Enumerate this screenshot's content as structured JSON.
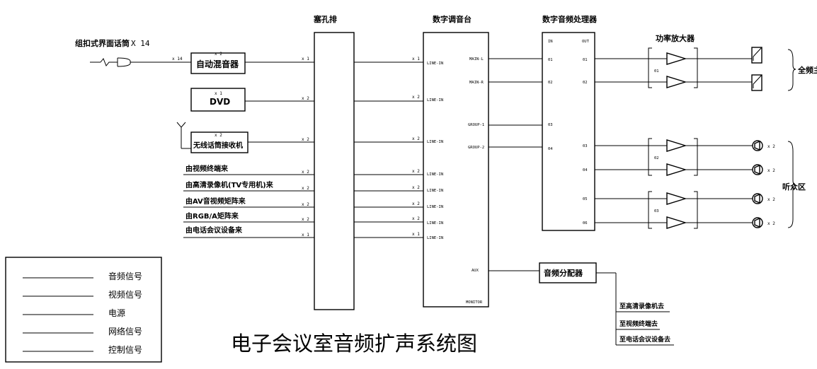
{
  "title": "电子会议室音频扩声系统图",
  "headers": {
    "patch": "塞孔排",
    "mixer": "数字调音台",
    "processor": "数字音频处理器",
    "amp": "功率放大器"
  },
  "mic": {
    "label": "组扣式界面话筒",
    "count": "X 14"
  },
  "sources": {
    "automix": {
      "label": "自动混音器",
      "count": "x 2",
      "in": "x 14",
      "out": "x 1"
    },
    "dvd": {
      "label": "DVD",
      "count": "x 1",
      "out": "x 2"
    },
    "wireless": {
      "label": "无线话筒接收机",
      "count": "x 2",
      "out": "x 2"
    },
    "external": [
      {
        "label": "由视频终端来",
        "count": "x 2"
      },
      {
        "label": "由高清录像机(TV专用机)来",
        "count": "x 2"
      },
      {
        "label": "由AV音视频矩阵来",
        "count": "x 2"
      },
      {
        "label": "由RGB/A矩阵来",
        "count": "x 2"
      },
      {
        "label": "由电话会议设备来",
        "count": "x 1"
      }
    ]
  },
  "mixer_inputs": [
    {
      "count": "x 1",
      "port": "LINE-IN"
    },
    {
      "count": "x 2",
      "port": "LINE-IN"
    },
    {
      "count": "x 2",
      "port": "LINE-IN"
    },
    {
      "count": "x 2",
      "port": "LINE-IN"
    },
    {
      "count": "x 2",
      "port": "LINE-IN"
    },
    {
      "count": "x 2",
      "port": "LINE-IN"
    },
    {
      "count": "x 2",
      "port": "LINE-IN"
    },
    {
      "count": "x 1",
      "port": "LINE-IN"
    }
  ],
  "mixer_outputs": [
    "MAIN-L",
    "MAIN-R",
    "GROUP-1",
    "GROUP-2",
    "AUX",
    "MONITOR"
  ],
  "processor": {
    "in_header": "IN",
    "out_header": "OUT",
    "inputs": [
      "01",
      "02",
      "03",
      "04"
    ],
    "outputs": [
      "01",
      "02",
      "03",
      "04",
      "05",
      "06"
    ]
  },
  "amps": [
    "01",
    "02",
    "03"
  ],
  "zones": {
    "main": "全频主扩",
    "audience": "听众区"
  },
  "speaker_counts": [
    "x 2",
    "x 2",
    "x 2",
    "x 2"
  ],
  "distributor": {
    "label": "音频分配器",
    "targets": [
      "至高清录像机去",
      "至视频终端去",
      "至电话会议设备去"
    ]
  },
  "legend": [
    "音频信号",
    "视频信号",
    "电源",
    "网络信号",
    "控制信号"
  ]
}
